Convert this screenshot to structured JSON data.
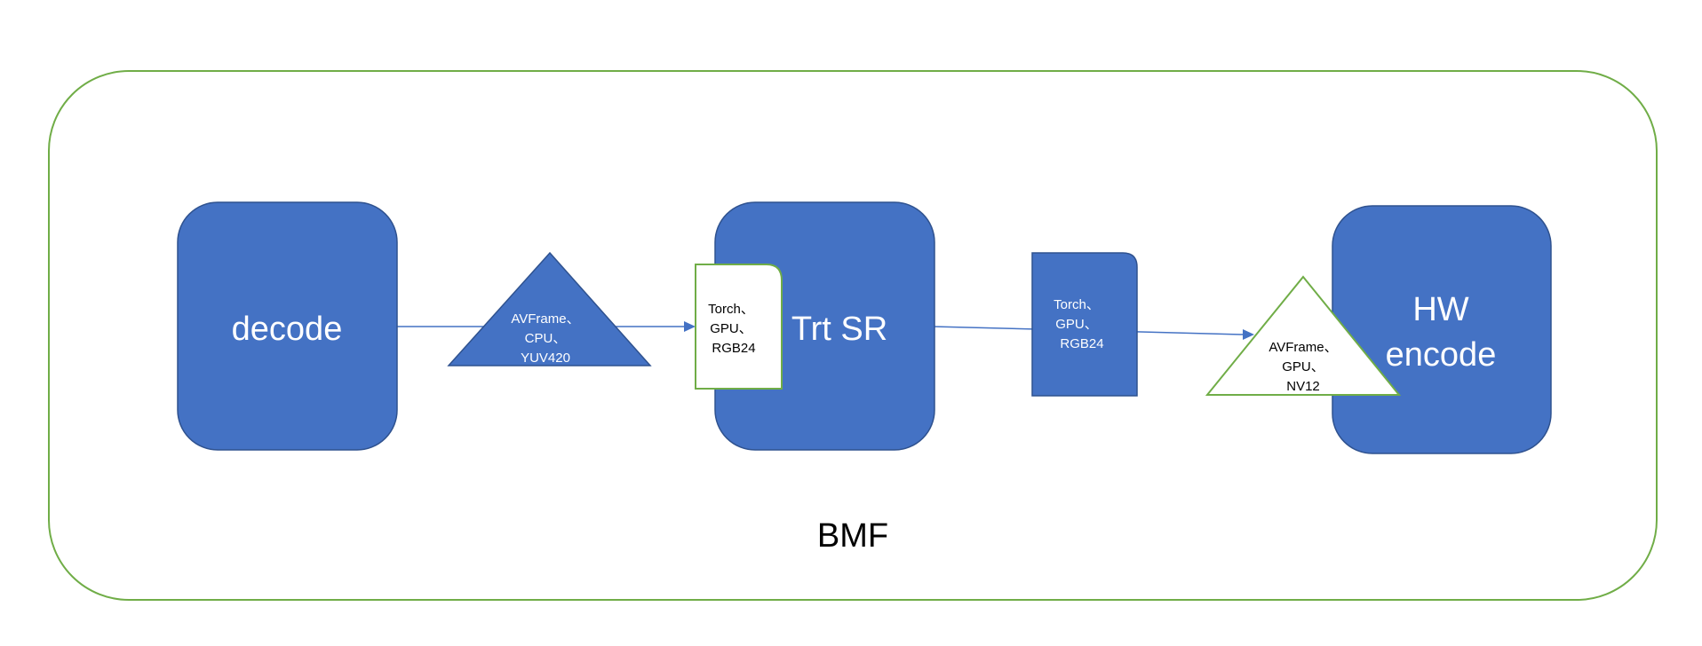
{
  "colors": {
    "module_fill": "#4472C4",
    "module_stroke": "#2F528F",
    "frame_stroke": "#70AD47",
    "edge": "#4472C4",
    "text_on_fill": "#ffffff",
    "text_on_white": "#000000"
  },
  "container": {
    "label": "BMF"
  },
  "modules": {
    "decode": {
      "label": "decode"
    },
    "trt_sr": {
      "label": "Trt SR"
    },
    "hw_encode": {
      "line1": "HW",
      "line2": "encode"
    }
  },
  "data_formats": {
    "decode_output": {
      "line1": "AVFrame、",
      "line2": "CPU、",
      "line3": "YUV420"
    },
    "trt_sr_input": {
      "line1": "Torch、",
      "line2": "GPU、",
      "line3": "RGB24"
    },
    "trt_sr_output": {
      "line1": "Torch、",
      "line2": "GPU、",
      "line3": "RGB24"
    },
    "encode_input": {
      "line1": "AVFrame、",
      "line2": "GPU、",
      "line3": "NV12"
    }
  }
}
